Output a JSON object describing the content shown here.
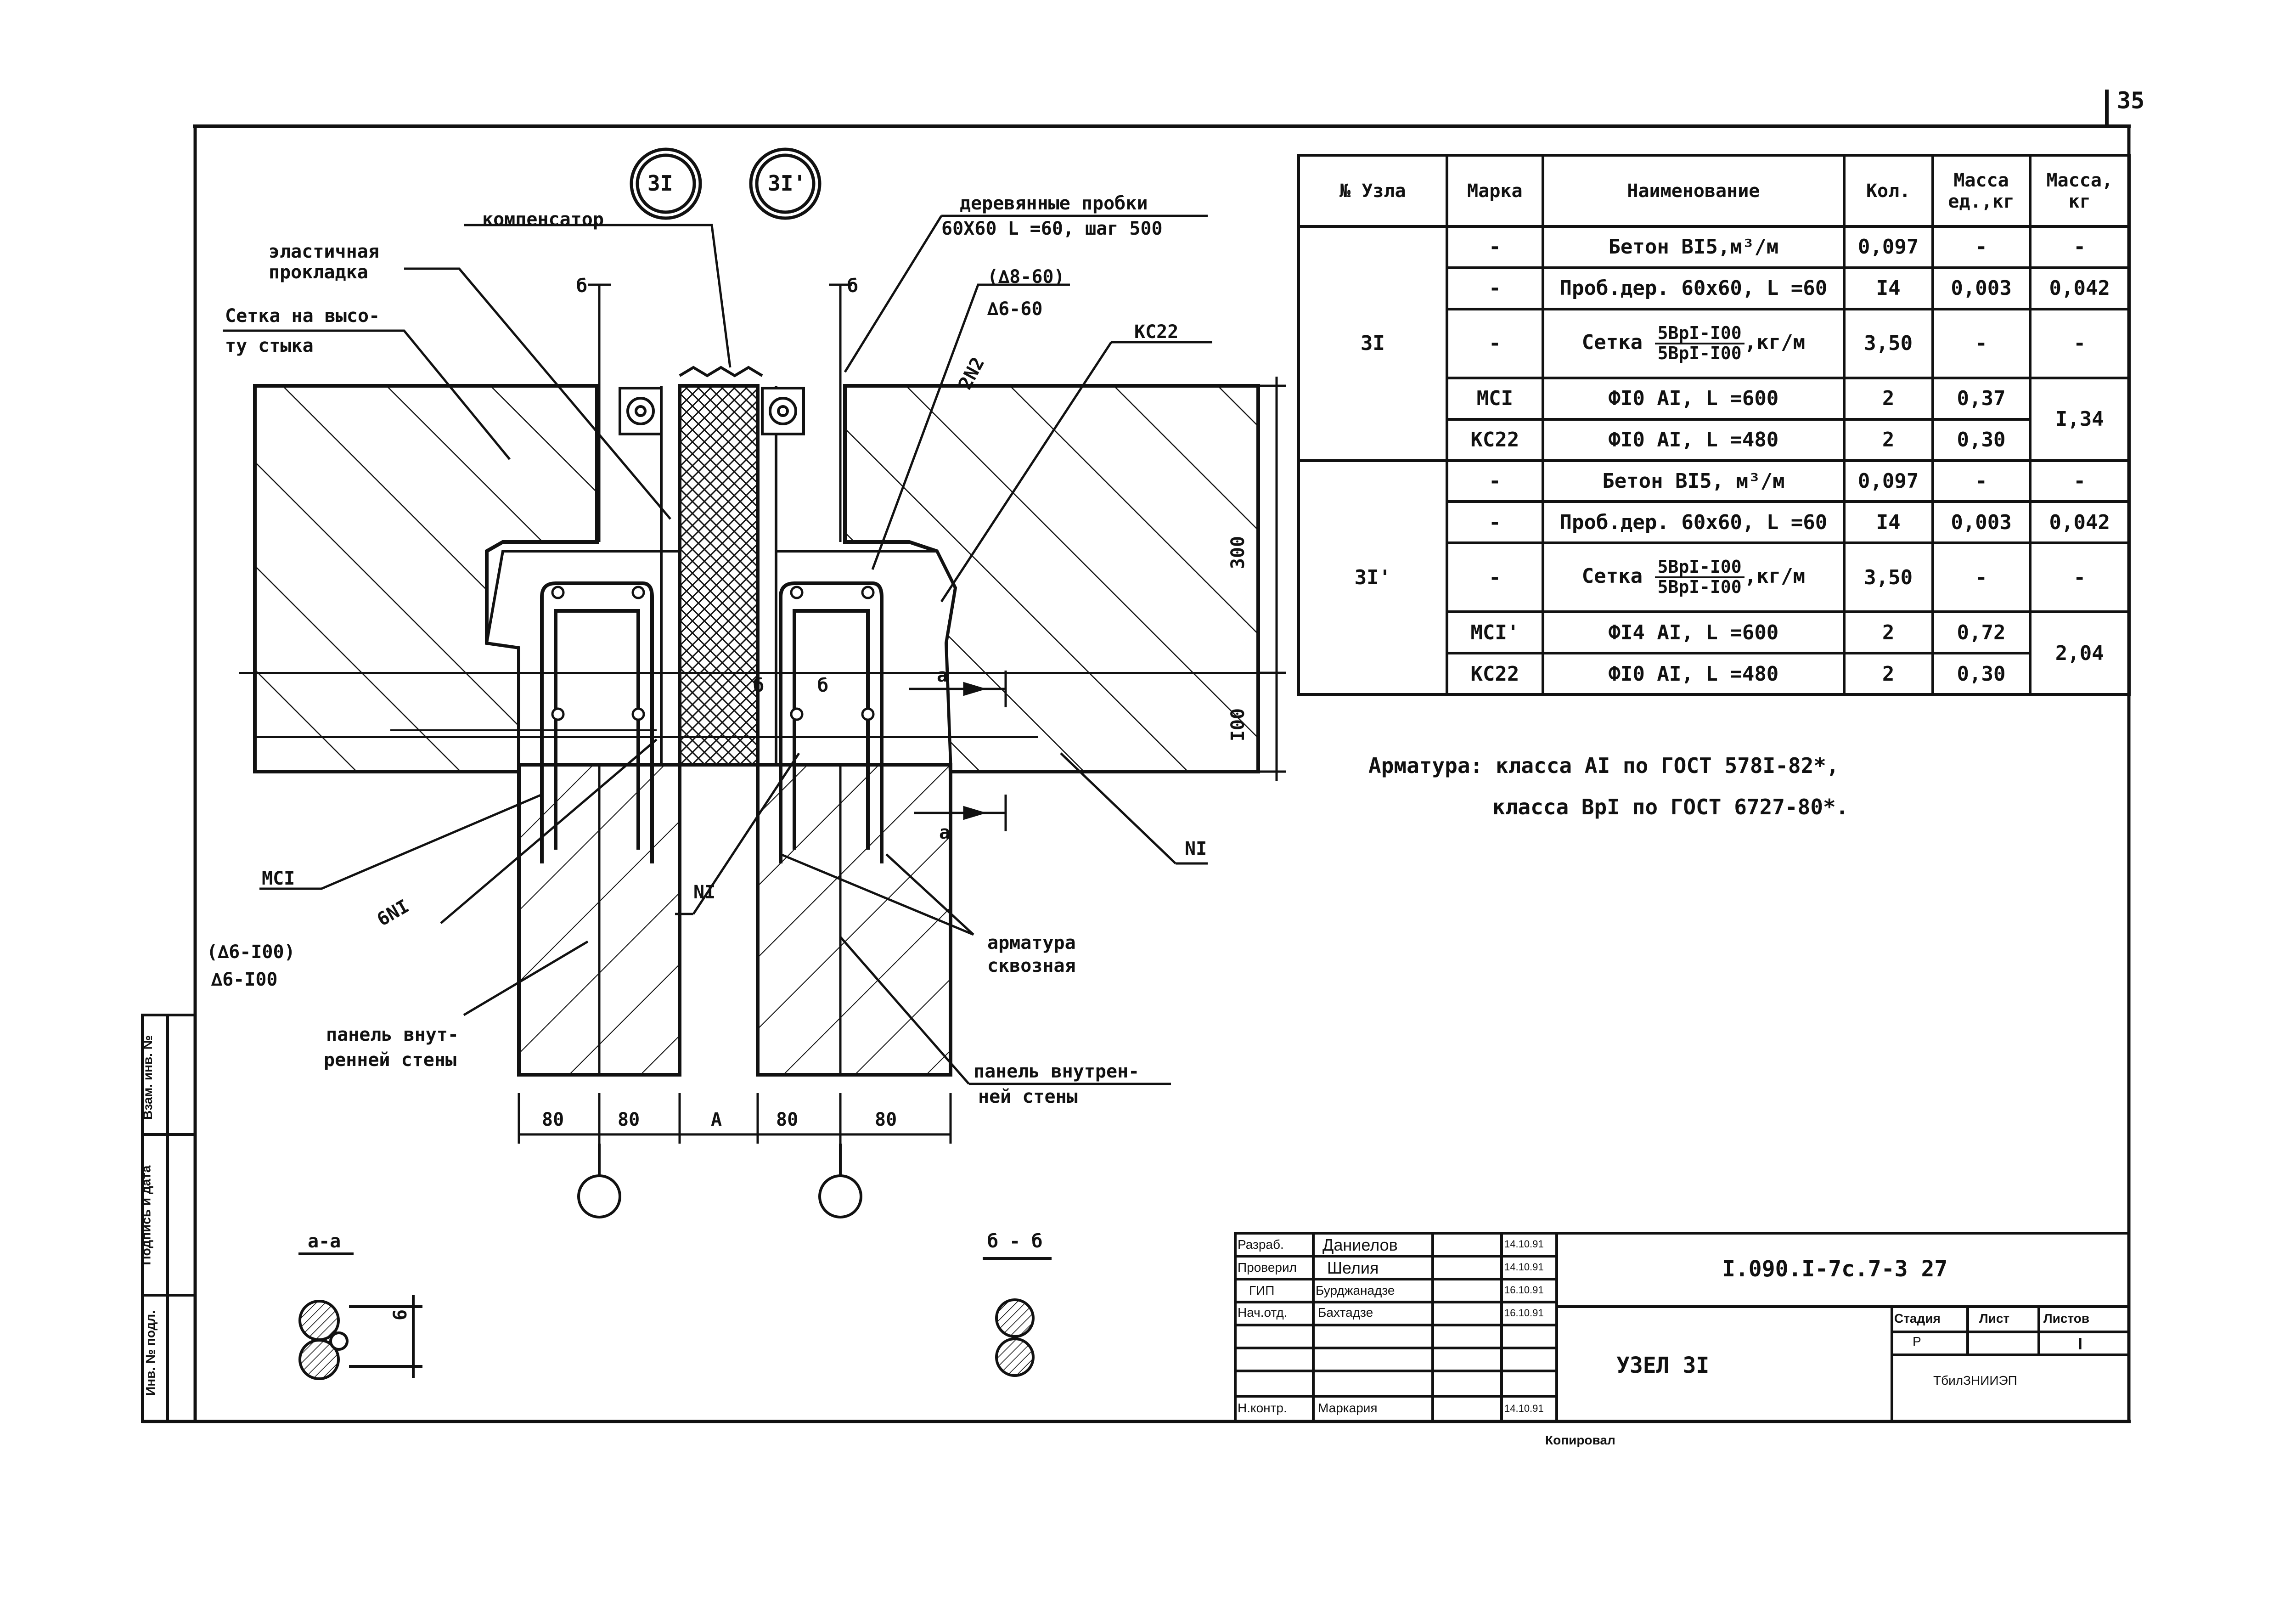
{
  "page_number": "35",
  "markers": {
    "node_a": "3I",
    "node_b": "3I'"
  },
  "section_letters": {
    "b": "б",
    "a": "а",
    "dim_b": "б"
  },
  "labels": {
    "compensator": "компенсатор",
    "wood_plugs_1": "деревянные пробки",
    "wood_plugs_2": "60Х60 L =60, шаг 500",
    "elastic_1": "эластичная",
    "elastic_2": "прокладка",
    "mesh_1": "Сетка на высо-",
    "mesh_2": "ту  стыка",
    "rebar_a_top": "(∆8-60)",
    "rebar_a_bot": "∆6-60",
    "mark_2n2": "2N2",
    "mark_kc22": "КС22",
    "mark_mc1": "МСI",
    "mark_6n1": "6NI",
    "rebar_b_top": "(∆6-I00)",
    "rebar_b_bot": "∆6-I00",
    "mark_n1_mid": "NI",
    "mark_n1_right": "NI",
    "through_1": "арматура",
    "through_2": "сквозная",
    "panel_left_1": "панель внут-",
    "panel_left_2": "ренней стены",
    "panel_right_1": "панель внутрен-",
    "panel_right_2": "ней стены",
    "dim_300": "300",
    "dim_100": "I00",
    "dim_80a": "80",
    "dim_80b": "80",
    "dim_A": "А",
    "dim_80c": "80",
    "dim_80d": "80",
    "section_aa": "а-а",
    "section_bb": "б - б",
    "dim_6": "6"
  },
  "notes": {
    "line1": "Арматура: класса АI по ГОСТ 578I-82*,",
    "line2": "класса ВрI по ГОСТ 6727-80*."
  },
  "table": {
    "headers": [
      "№ Узла",
      "Марка",
      "Наименование",
      "Кол.",
      "Масса ед.,кг",
      "Масса, кг"
    ],
    "r1": {
      "node": "3I",
      "mark": "-",
      "name": "Бетон ВI5,м³/м",
      "qty": "0,097",
      "unit_mass": "-",
      "mass": "-"
    },
    "r2": {
      "mark": "-",
      "name": "Проб.дер. 60х60, L =60",
      "qty": "I4",
      "unit_mass": "0,003",
      "mass": "0,042"
    },
    "r3": {
      "mark": "-",
      "name_pre": "Сетка",
      "frac_top": "5ВрI-I00",
      "frac_bot": "5ВрI-I00",
      "name_post": ",кг/м",
      "qty": "3,50",
      "unit_mass": "-",
      "mass": "-"
    },
    "r4": {
      "mark": "МСI",
      "name": "ФI0 АI, L =600",
      "qty": "2",
      "unit_mass": "0,37",
      "mass": "I,34"
    },
    "r5": {
      "mark": "КС22",
      "name": "ФI0 АI, L =480",
      "qty": "2",
      "unit_mass": "0,30"
    },
    "r6": {
      "node": "3I'",
      "mark": "-",
      "name": "Бетон ВI5, м³/м",
      "qty": "0,097",
      "unit_mass": "-",
      "mass": "-"
    },
    "r7": {
      "mark": "-",
      "name": "Проб.дер. 60х60, L =60",
      "qty": "I4",
      "unit_mass": "0,003",
      "mass": "0,042"
    },
    "r8": {
      "mark": "-",
      "name_pre": "Сетка",
      "frac_top": "5ВрI-I00",
      "frac_bot": "5ВрI-I00",
      "name_post": ",кг/м",
      "qty": "3,50",
      "unit_mass": "-",
      "mass": "-"
    },
    "r9": {
      "mark": "МСI'",
      "name": "ФI4 АI, L =600",
      "qty": "2",
      "unit_mass": "0,72",
      "mass": "2,04"
    },
    "r10": {
      "mark": "КС22",
      "name": "ФI0 АI, L =480",
      "qty": "2",
      "unit_mass": "0,30"
    }
  },
  "title_block": {
    "role1": "Разраб.",
    "name1": "Даниелов",
    "date1": "14.10.91",
    "role2": "Проверил",
    "name2": "Шелия",
    "date2": "14.10.91",
    "role3": "ГИП",
    "name3": "Бурджанадзе",
    "date3": "16.10.91",
    "role4": "Нач.отд.",
    "name4": "Бахтадзе",
    "date4": "16.10.91",
    "role5": "Н.контр.",
    "name5": "Маркария",
    "date5": "14.10.91",
    "code": "I.090.I-7с.7-3 27",
    "title": "УЗЕЛ 3I",
    "stage_h": "Стадия",
    "sheet_h": "Лист",
    "sheets_h": "Листов",
    "stage": "Р",
    "sheets": "I",
    "org": "ТбилЗНИИЭП"
  },
  "side_stamp": {
    "s1": "Инв. № подл.",
    "s2": "Подпись и дата",
    "s3": "Взам. инв. №"
  },
  "copied": "Копировал",
  "colors": {
    "ink": "#111111",
    "paper": "#ffffff"
  }
}
